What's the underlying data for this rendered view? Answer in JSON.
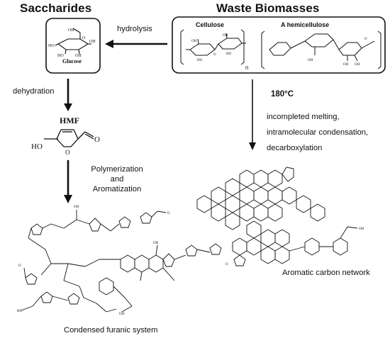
{
  "headers": {
    "saccharides": "Saccharides",
    "waste_biomasses": "Waste Biomasses"
  },
  "structures": {
    "glucose_label": "Glucose",
    "cellulose_label": "Cellulose",
    "hemicellulose_label": "A hemicellulose",
    "subscript_n": "n",
    "hmf_label": "HMF"
  },
  "arrows": {
    "hydrolysis": "hydrolysis",
    "dehydration": "dehydration",
    "polymerization_line1": "Polymerization",
    "polymerization_line2": "and",
    "polymerization_line3": "Aromatization",
    "temperature": "180°C",
    "process_line1": "incompleted melting,",
    "process_line2": "intramolecular condensation,",
    "process_line3": "decarboxylation"
  },
  "products": {
    "condensed_furanic": "Condensed furanic system",
    "aromatic_network": "Aromatic carbon network"
  },
  "atoms": {
    "ho": "HO",
    "o": "O",
    "oh": "OH"
  }
}
